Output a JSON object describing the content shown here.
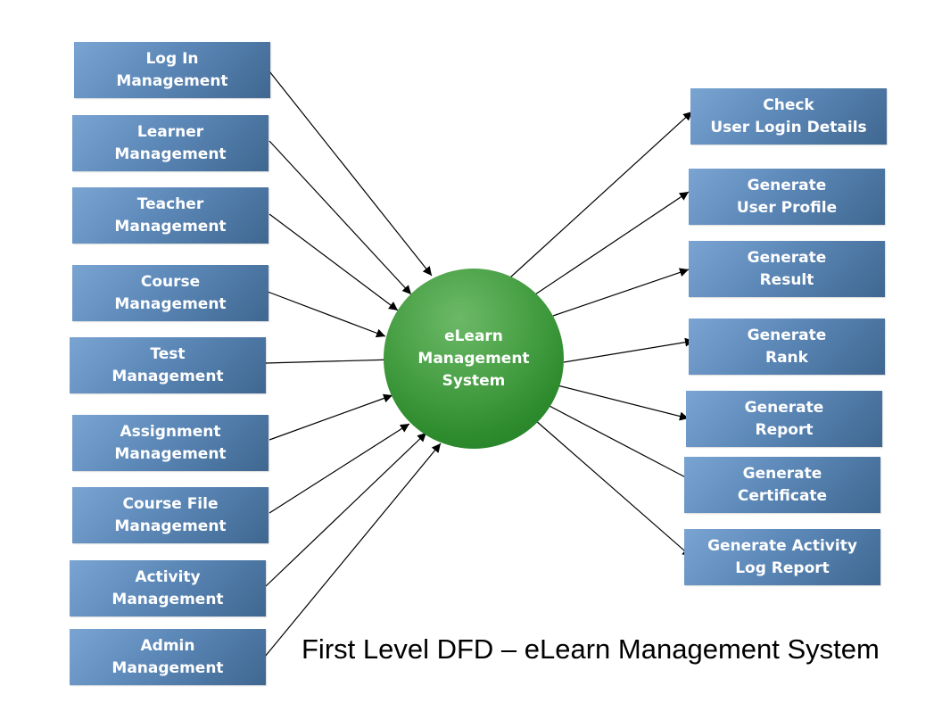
{
  "title": "First Level DFD – eLearn Management System",
  "colors": {
    "node_fill": "#5c88b8",
    "process_fill": "#2e8c2e",
    "arrow": "#000000"
  },
  "center": {
    "label": "eLearn\nManagement\nSystem"
  },
  "inputs": [
    {
      "label": "Log In\nManagement"
    },
    {
      "label": "Learner\nManagement"
    },
    {
      "label": "Teacher\nManagement"
    },
    {
      "label": "Course\nManagement"
    },
    {
      "label": "Test\nManagement"
    },
    {
      "label": "Assignment\nManagement"
    },
    {
      "label": "Course File\nManagement"
    },
    {
      "label": "Activity\nManagement"
    },
    {
      "label": "Admin\nManagement"
    }
  ],
  "outputs": [
    {
      "label": "Check\nUser Login Details"
    },
    {
      "label": "Generate\nUser Profile"
    },
    {
      "label": "Generate\nResult"
    },
    {
      "label": "Generate\nRank"
    },
    {
      "label": "Generate\nReport"
    },
    {
      "label": "Generate\nCertificate"
    },
    {
      "label": "Generate Activity\nLog Report"
    }
  ]
}
